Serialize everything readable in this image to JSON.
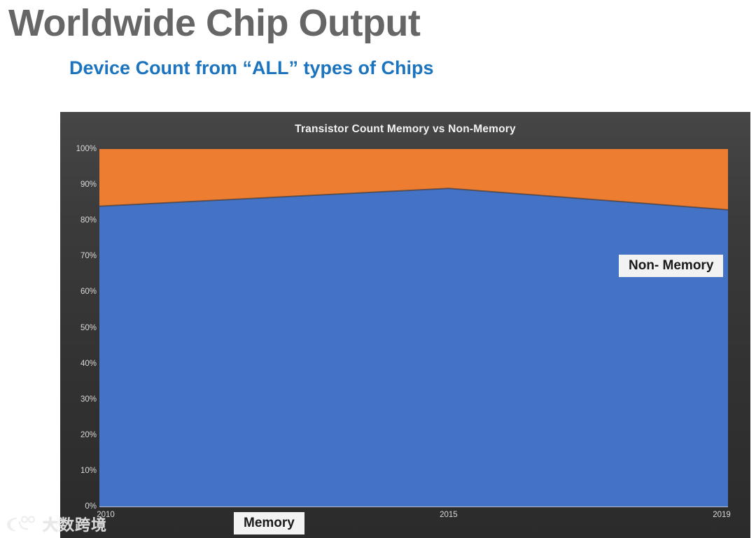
{
  "slide": {
    "title": "Worldwide Chip Output",
    "subtitle": "Device Count from “ALL” types of Chips",
    "title_color": "#666666",
    "subtitle_color": "#1B74BD"
  },
  "watermark": {
    "text": "大数跨境",
    "logo_icon": "dashu-logo-icon"
  },
  "chart_data": {
    "type": "area",
    "title": "Transistor Count Memory vs Non-Memory",
    "xlabel": "",
    "ylabel": "",
    "stacked": true,
    "normalized": true,
    "grid": false,
    "legend_position": "inline-callout",
    "x": [
      2010,
      2015,
      2019
    ],
    "xtick_labels": [
      "2010",
      "2015",
      "2019"
    ],
    "ytick_labels": [
      "0%",
      "10%",
      "20%",
      "30%",
      "40%",
      "50%",
      "60%",
      "70%",
      "80%",
      "90%",
      "100%"
    ],
    "ytick_values": [
      0,
      10,
      20,
      30,
      40,
      50,
      60,
      70,
      80,
      90,
      100
    ],
    "ylim": [
      0,
      100
    ],
    "series": [
      {
        "name": "Memory",
        "color": "#4472C4",
        "values": [
          84,
          89,
          83
        ],
        "label": "Memory"
      },
      {
        "name": "Non- Memory",
        "color": "#ED7D31",
        "values": [
          16,
          11,
          17
        ],
        "label": "Non- Memory"
      }
    ],
    "panel_background": "#3b3b3b",
    "text_color": "#d9d9d9"
  }
}
